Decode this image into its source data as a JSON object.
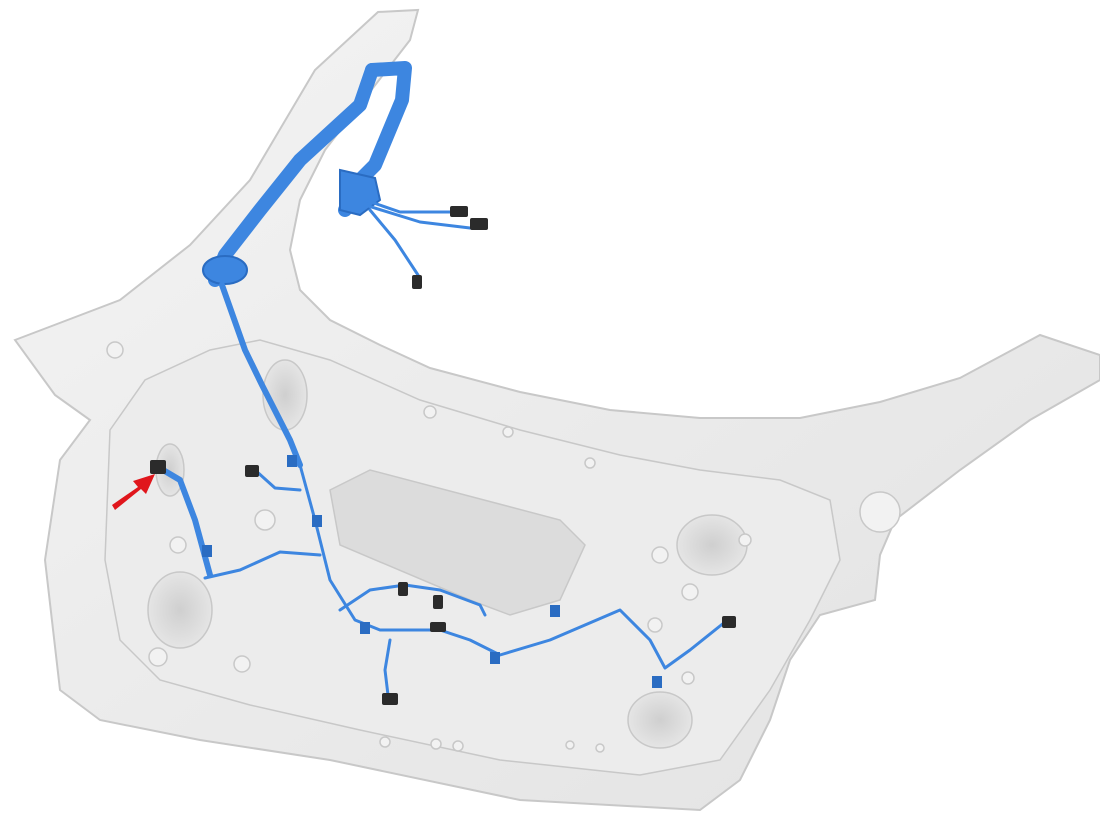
{
  "figure": {
    "subject": "trunk-lid-inner-panel",
    "component": "wiring-harness",
    "callouts": [
      {
        "name": "connector-callout-arrow",
        "icon": "red-arrow-icon"
      }
    ]
  },
  "colors": {
    "background": "#ffffff",
    "panel": "#ececec",
    "panel_shade": "#dcdcdc",
    "panel_edge": "#c8c8c8",
    "harness": "#3d86e0",
    "harness_dark": "#2a6cc2",
    "connector": "#2b2b2b",
    "arrow": "#e0161c"
  }
}
